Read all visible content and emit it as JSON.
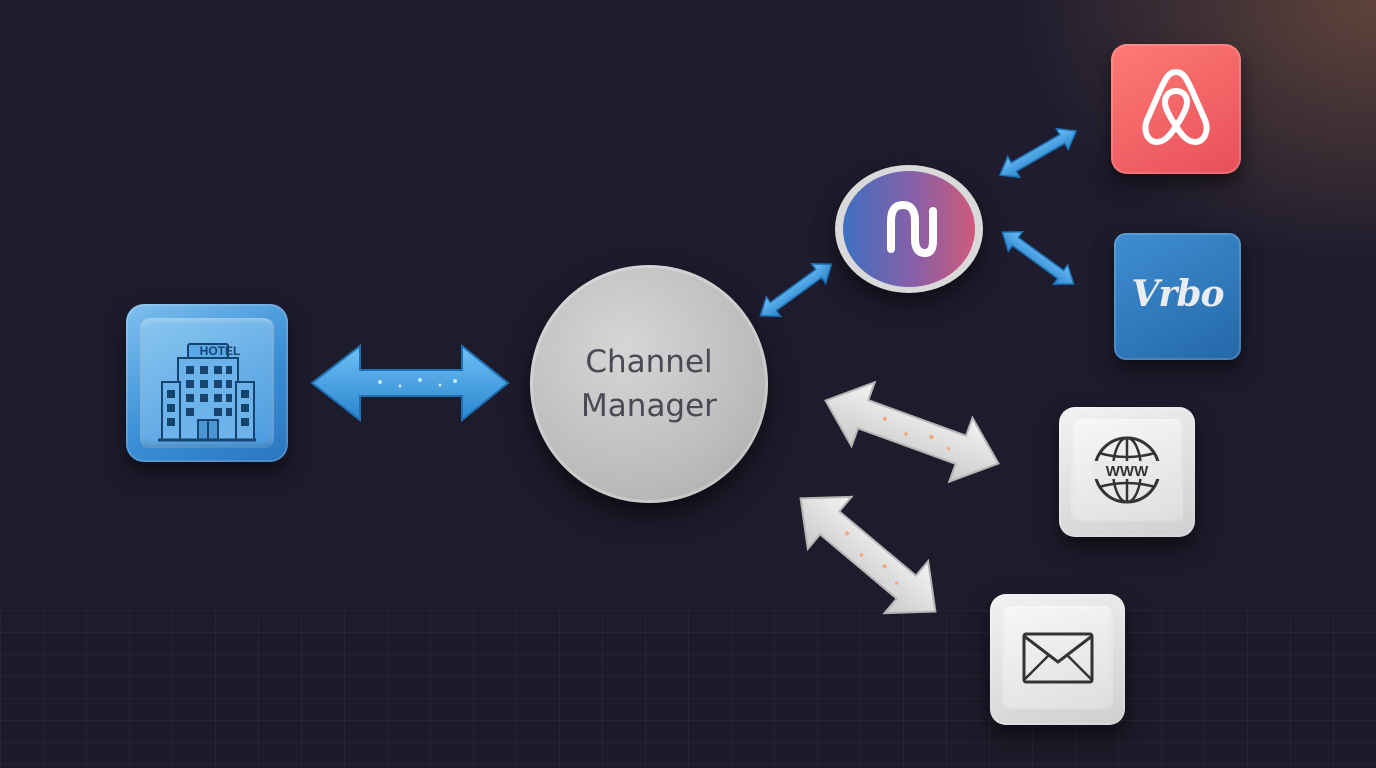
{
  "hotel": {
    "label": "HOTEL"
  },
  "channel_manager": {
    "line1": "Channel",
    "line2": "Manager"
  },
  "channels": {
    "vrbo": {
      "label": "Vrbo"
    },
    "website": {
      "label": "WWW"
    }
  },
  "colors": {
    "background": "#1e1c2e",
    "hotel_blue": "#3b8fd6",
    "airbnb_red": "#ff5a5f",
    "vrbo_blue": "#2468a8",
    "hub_gradient_start": "#3f6fc0",
    "hub_gradient_end": "#cf5a7a",
    "blue_arrow": "#3a9be0",
    "white_arrow": "#e6e6e6"
  },
  "icons": {
    "hotel": "hotel-building-icon",
    "hub": "channel-hub-logo",
    "airbnb": "airbnb-logo",
    "vrbo": "vrbo-logo",
    "website": "globe-www-icon",
    "email": "envelope-icon"
  }
}
